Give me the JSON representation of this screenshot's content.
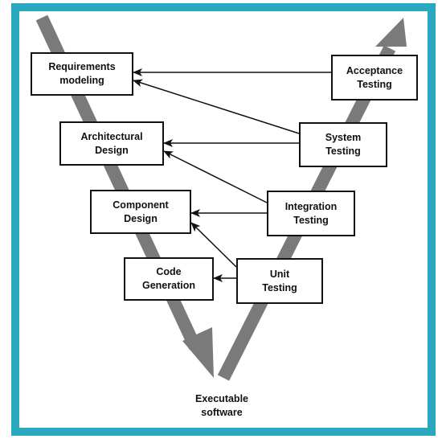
{
  "colors": {
    "frame": "#2aa8bf",
    "v_arrow": "#7a7a7a",
    "box_border": "#111111",
    "text": "#111111"
  },
  "nodes": {
    "requirements": "Requirements\nmodeling",
    "architectural": "Architectural\nDesign",
    "component": "Component\nDesign",
    "code": "Code\nGeneration",
    "acceptance": "Acceptance\nTesting",
    "system": "System\nTesting",
    "integration": "Integration\nTesting",
    "unit": "Unit\nTesting"
  },
  "caption": "Executable\nsoftware",
  "edges": [
    {
      "from": "acceptance",
      "to": "requirements"
    },
    {
      "from": "system",
      "to": "requirements"
    },
    {
      "from": "system",
      "to": "architectural"
    },
    {
      "from": "integration",
      "to": "architectural"
    },
    {
      "from": "integration",
      "to": "component"
    },
    {
      "from": "unit",
      "to": "component"
    },
    {
      "from": "unit",
      "to": "code"
    }
  ]
}
